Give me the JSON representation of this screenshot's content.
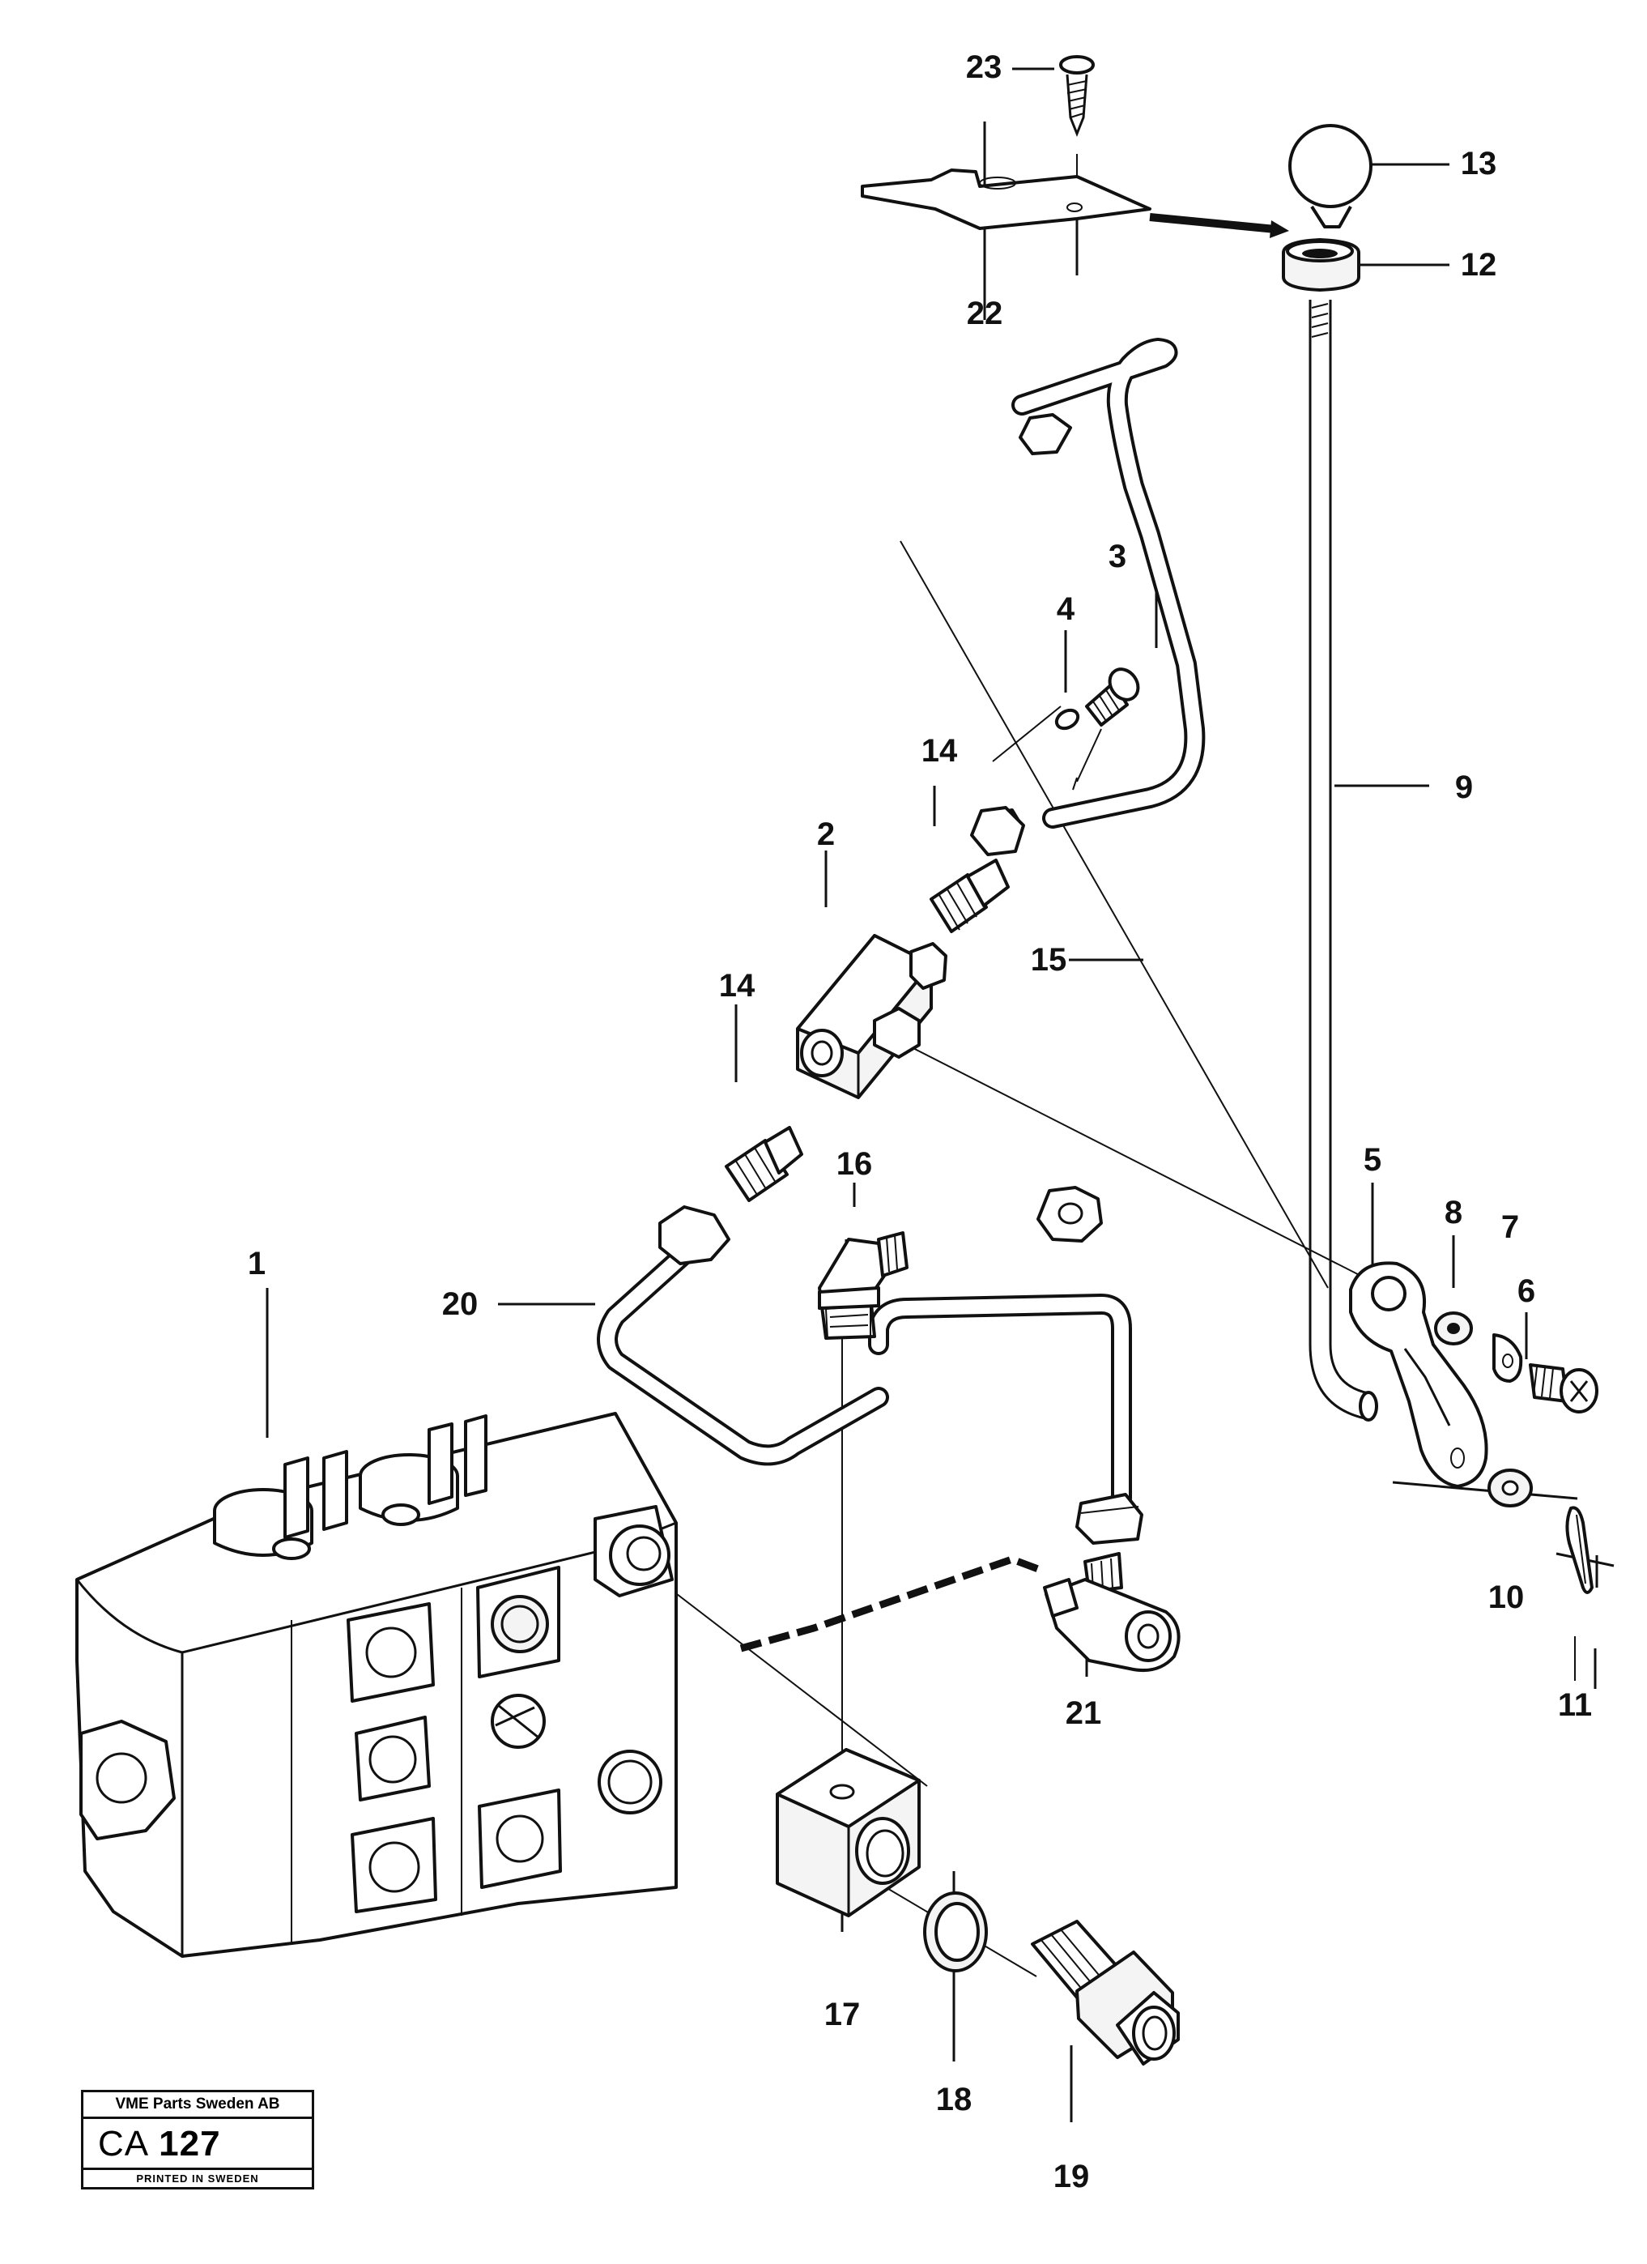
{
  "diagram": {
    "callouts": [
      "1",
      "2",
      "3",
      "4",
      "5",
      "6",
      "7",
      "8",
      "9",
      "10",
      "11",
      "12",
      "13",
      "14",
      "14",
      "15",
      "16",
      "17",
      "18",
      "19",
      "20",
      "21",
      "22",
      "23"
    ]
  },
  "stamp": {
    "company": "VME Parts Sweden AB",
    "code_prefix": "CA",
    "code_number": "127",
    "printed": "PRINTED IN SWEDEN"
  }
}
